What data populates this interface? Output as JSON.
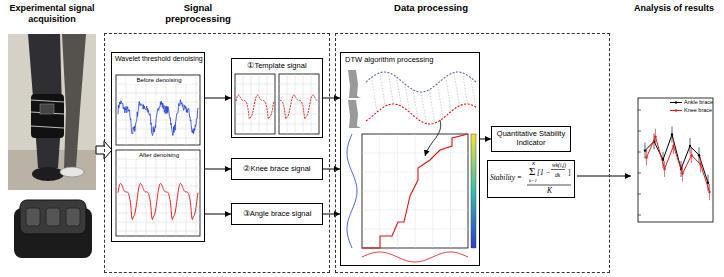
{
  "diagram": {
    "nodes": [
      {
        "text": [
          "Signal preprocessing"
        ]
      },
      {
        "text": [
          "Wavelet threshold denoising",
          "Before denoising",
          "After denoising"
        ],
        "in": 0
      },
      {
        "text": [
          "①Template signal"
        ],
        "in": 0
      },
      {
        "text": [
          "②Knee brace signal"
        ],
        "in": 0
      },
      {
        "text": [
          "③Angle brace signal"
        ],
        "in": 0
      },
      {
        "text": [
          "Data processing"
        ]
      },
      {
        "text": [
          "DTW algorithm processing"
        ],
        "in": 5
      },
      {
        "text": [
          "Quantitative Stability Indicator"
        ],
        "in": 5
      },
      {
        "text": [
          "Stability =",
          "K",
          "Σ",
          "k=1",
          "[1 −",
          "wk(i,j)",
          "dk",
          "]",
          "K"
        ],
        "in": 5
      }
    ],
    "edges": [
      {
        "from": 1,
        "to": 2,
        "arrow": "to"
      },
      {
        "from": 1,
        "to": 3,
        "arrow": "to"
      },
      {
        "from": 1,
        "to": 4,
        "arrow": "to"
      },
      {
        "from": 2,
        "to": 6,
        "arrow": "to"
      },
      {
        "from": 3,
        "to": 6,
        "arrow": "to"
      },
      {
        "from": 4,
        "to": 6,
        "arrow": "to"
      },
      {
        "from": 6,
        "to": 7,
        "arrow": "to"
      }
    ],
    "labels": [
      "Experimental signal acquisition",
      "Analysis of results"
    ],
    "legend": [
      {
        "text": "Ankle brace"
      },
      {
        "text": "Knee brace"
      }
    ]
  }
}
